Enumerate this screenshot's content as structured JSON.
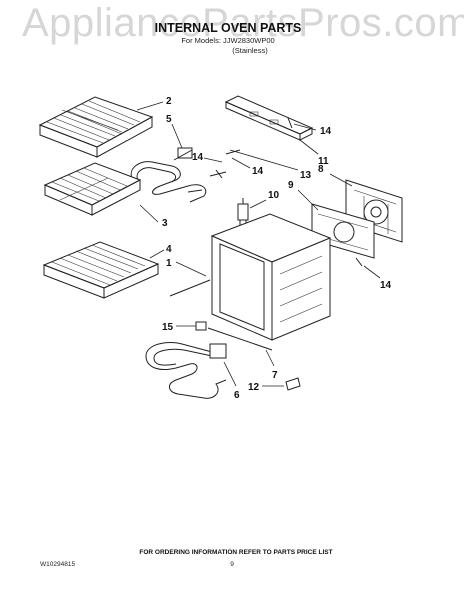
{
  "watermark": "AppliancePartsPros.com",
  "header": {
    "title": "INTERNAL OVEN PARTS",
    "models_line": "For Models: JJW2830WP00",
    "finish_line": "(Stainless)"
  },
  "callouts": {
    "c1": "1",
    "c2": "2",
    "c3": "3",
    "c4": "4",
    "c5": "5",
    "c6": "6",
    "c7": "7",
    "c8": "8",
    "c9": "9",
    "c10": "10",
    "c11": "11",
    "c12": "12",
    "c13": "13",
    "c14a": "14",
    "c14b": "14",
    "c14c": "14",
    "c14d": "14",
    "c15": "15"
  },
  "footer": {
    "ordering_note": "FOR ORDERING INFORMATION REFER TO PARTS PRICE LIST",
    "doc_number": "W10294815",
    "page_number": "9"
  }
}
